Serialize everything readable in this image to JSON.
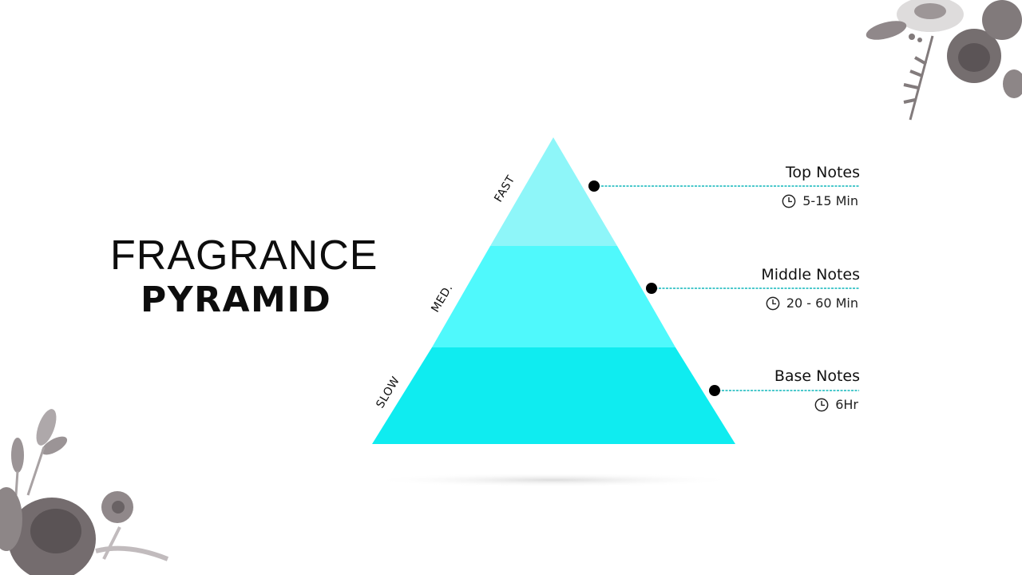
{
  "title": {
    "line1": "FRAGRANCE",
    "line2": "PYRAMID"
  },
  "pyramid": {
    "tiers": [
      {
        "name": "top",
        "speed_label": "FAST",
        "color": "#8ef6f9"
      },
      {
        "name": "middle",
        "speed_label": "MED.",
        "color": "#4ff9fc"
      },
      {
        "name": "base",
        "speed_label": "SLOW",
        "color": "#0fecf0"
      }
    ]
  },
  "notes": [
    {
      "title": "Top Notes",
      "icon": "clock-icon",
      "duration": "5-15 Min"
    },
    {
      "title": "Middle Notes",
      "icon": "clock-icon",
      "duration": "20 - 60 Min"
    },
    {
      "title": "Base Notes",
      "icon": "clock-icon",
      "duration": "6Hr"
    }
  ],
  "colors": {
    "connector_line": "#4cc9cc",
    "connector_dot": "#000000",
    "flower": "#6d6466"
  }
}
